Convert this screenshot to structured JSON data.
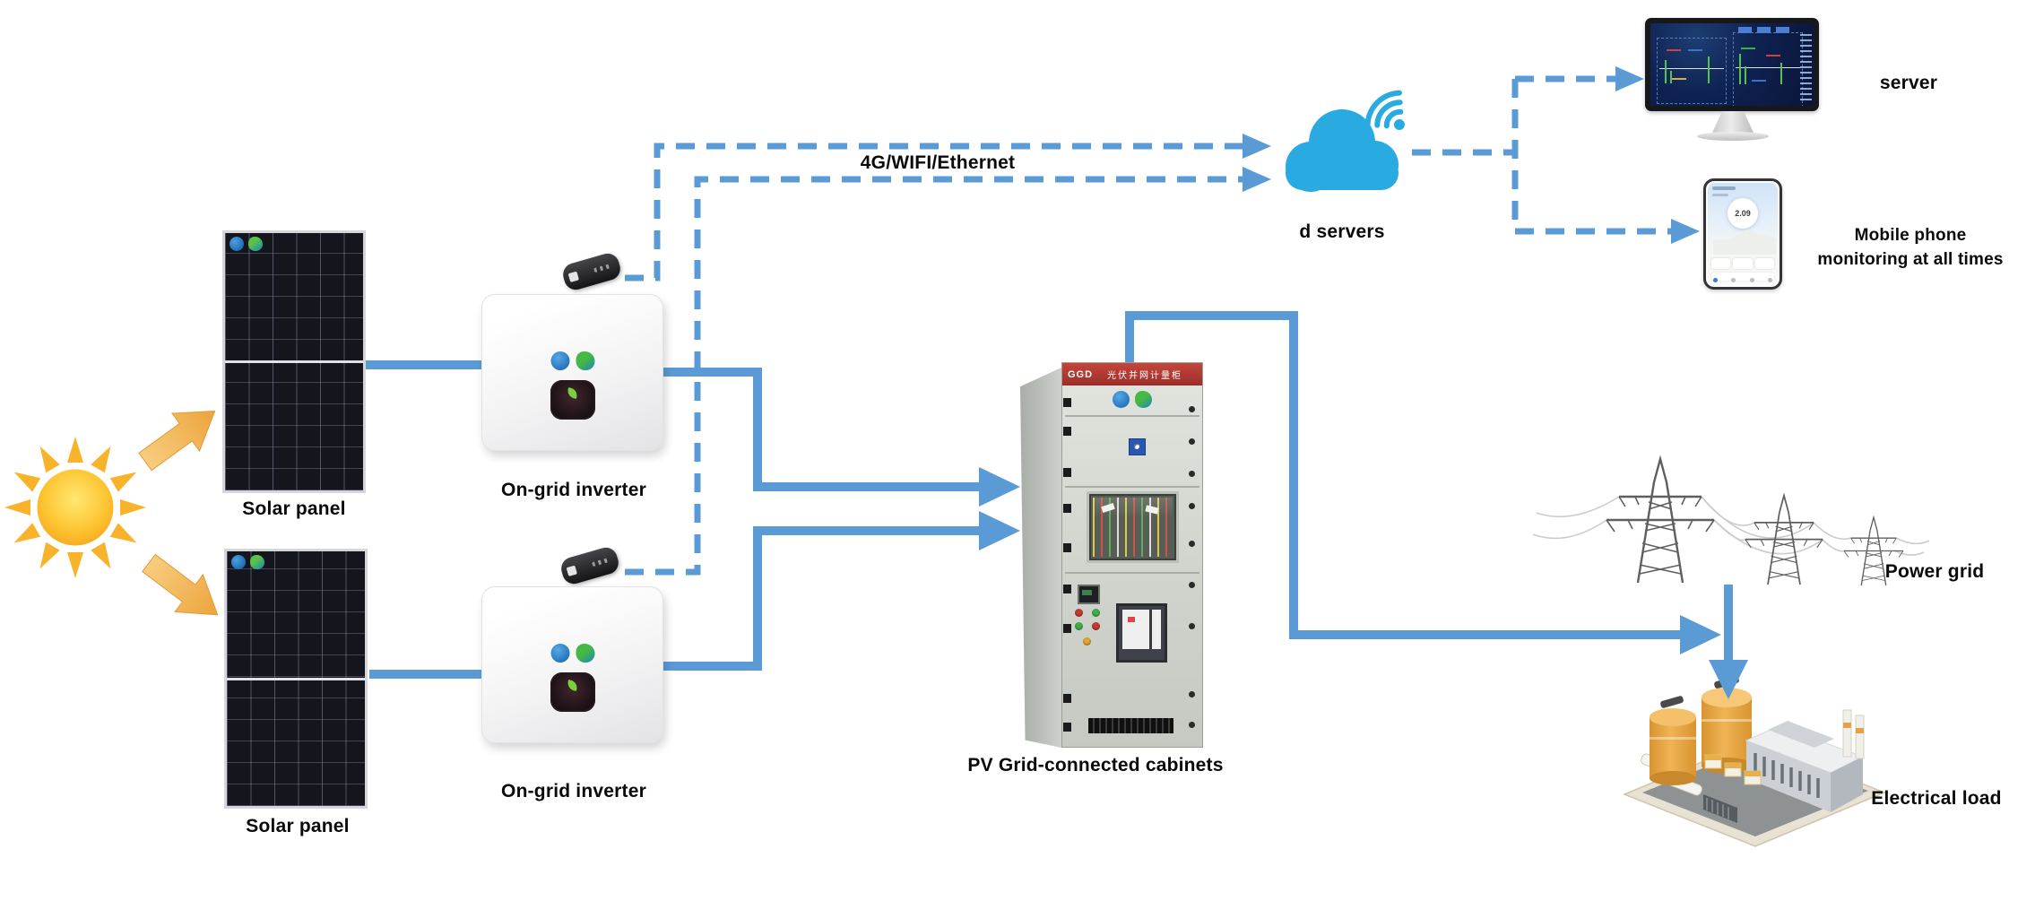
{
  "colors": {
    "line_blue": "#5b9bd5",
    "cloud_blue": "#29abe2",
    "sun_core": "#f7a823",
    "beam_orange": "#eda43c",
    "cabinet_red": "#b13531",
    "panel_dark": "#15151e"
  },
  "nodes": {
    "solar_panel_top": {
      "label": "Solar panel"
    },
    "solar_panel_bottom": {
      "label": "Solar panel"
    },
    "inverter_top": {
      "label": "On-grid inverter"
    },
    "inverter_bottom": {
      "label": "On-grid inverter"
    },
    "cabinet": {
      "label": "PV Grid-connected cabinets",
      "plate_code": "GGD",
      "plate_title": "光伏并网计量柜"
    },
    "cloud": {
      "label": "d servers"
    },
    "server": {
      "label": "server"
    },
    "mobile": {
      "label_line1": "Mobile phone",
      "label_line2": "monitoring at all times",
      "screen_value": "2.09"
    },
    "power_grid": {
      "label": "Power grid"
    },
    "electrical_load": {
      "label": "Electrical load"
    }
  },
  "links": {
    "wireless_label": "4G/WIFI/Ethernet"
  }
}
